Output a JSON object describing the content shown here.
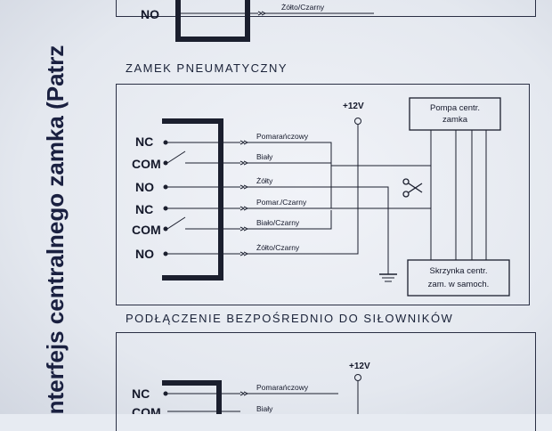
{
  "vertical_title": "nterfejs centralnego zamka (Patrz",
  "sections": {
    "top": {
      "pin_label": "NO",
      "wire_label": "Żółto/Czarny"
    },
    "pneumatic": {
      "heading": "ZAMEK PNEUMATYCZNY",
      "supply_label": "+12V",
      "pump_box": {
        "line1": "Pompa centr.",
        "line2": "zamka"
      },
      "car_box": {
        "line1": "Skrzynka centr.",
        "line2": "zam. w samoch."
      },
      "pins": [
        "NC",
        "COM",
        "NO",
        "NC",
        "COM",
        "NO"
      ],
      "wires": [
        "Pomarańczowy",
        "Biały",
        "Żółty",
        "Pomar./Czarny",
        "Biało/Czarny",
        "Żółto/Czarny"
      ]
    },
    "direct": {
      "heading": "PODŁĄCZENIE BEZPOŚREDNIO DO SIŁOWNIKÓW",
      "supply_label": "+12V",
      "pins": [
        "NC",
        "COM"
      ],
      "wires": [
        "Pomarańczowy",
        "Biały"
      ]
    }
  },
  "colors": {
    "ink": "#1b1f2e",
    "paper": "#e7ebf2"
  }
}
